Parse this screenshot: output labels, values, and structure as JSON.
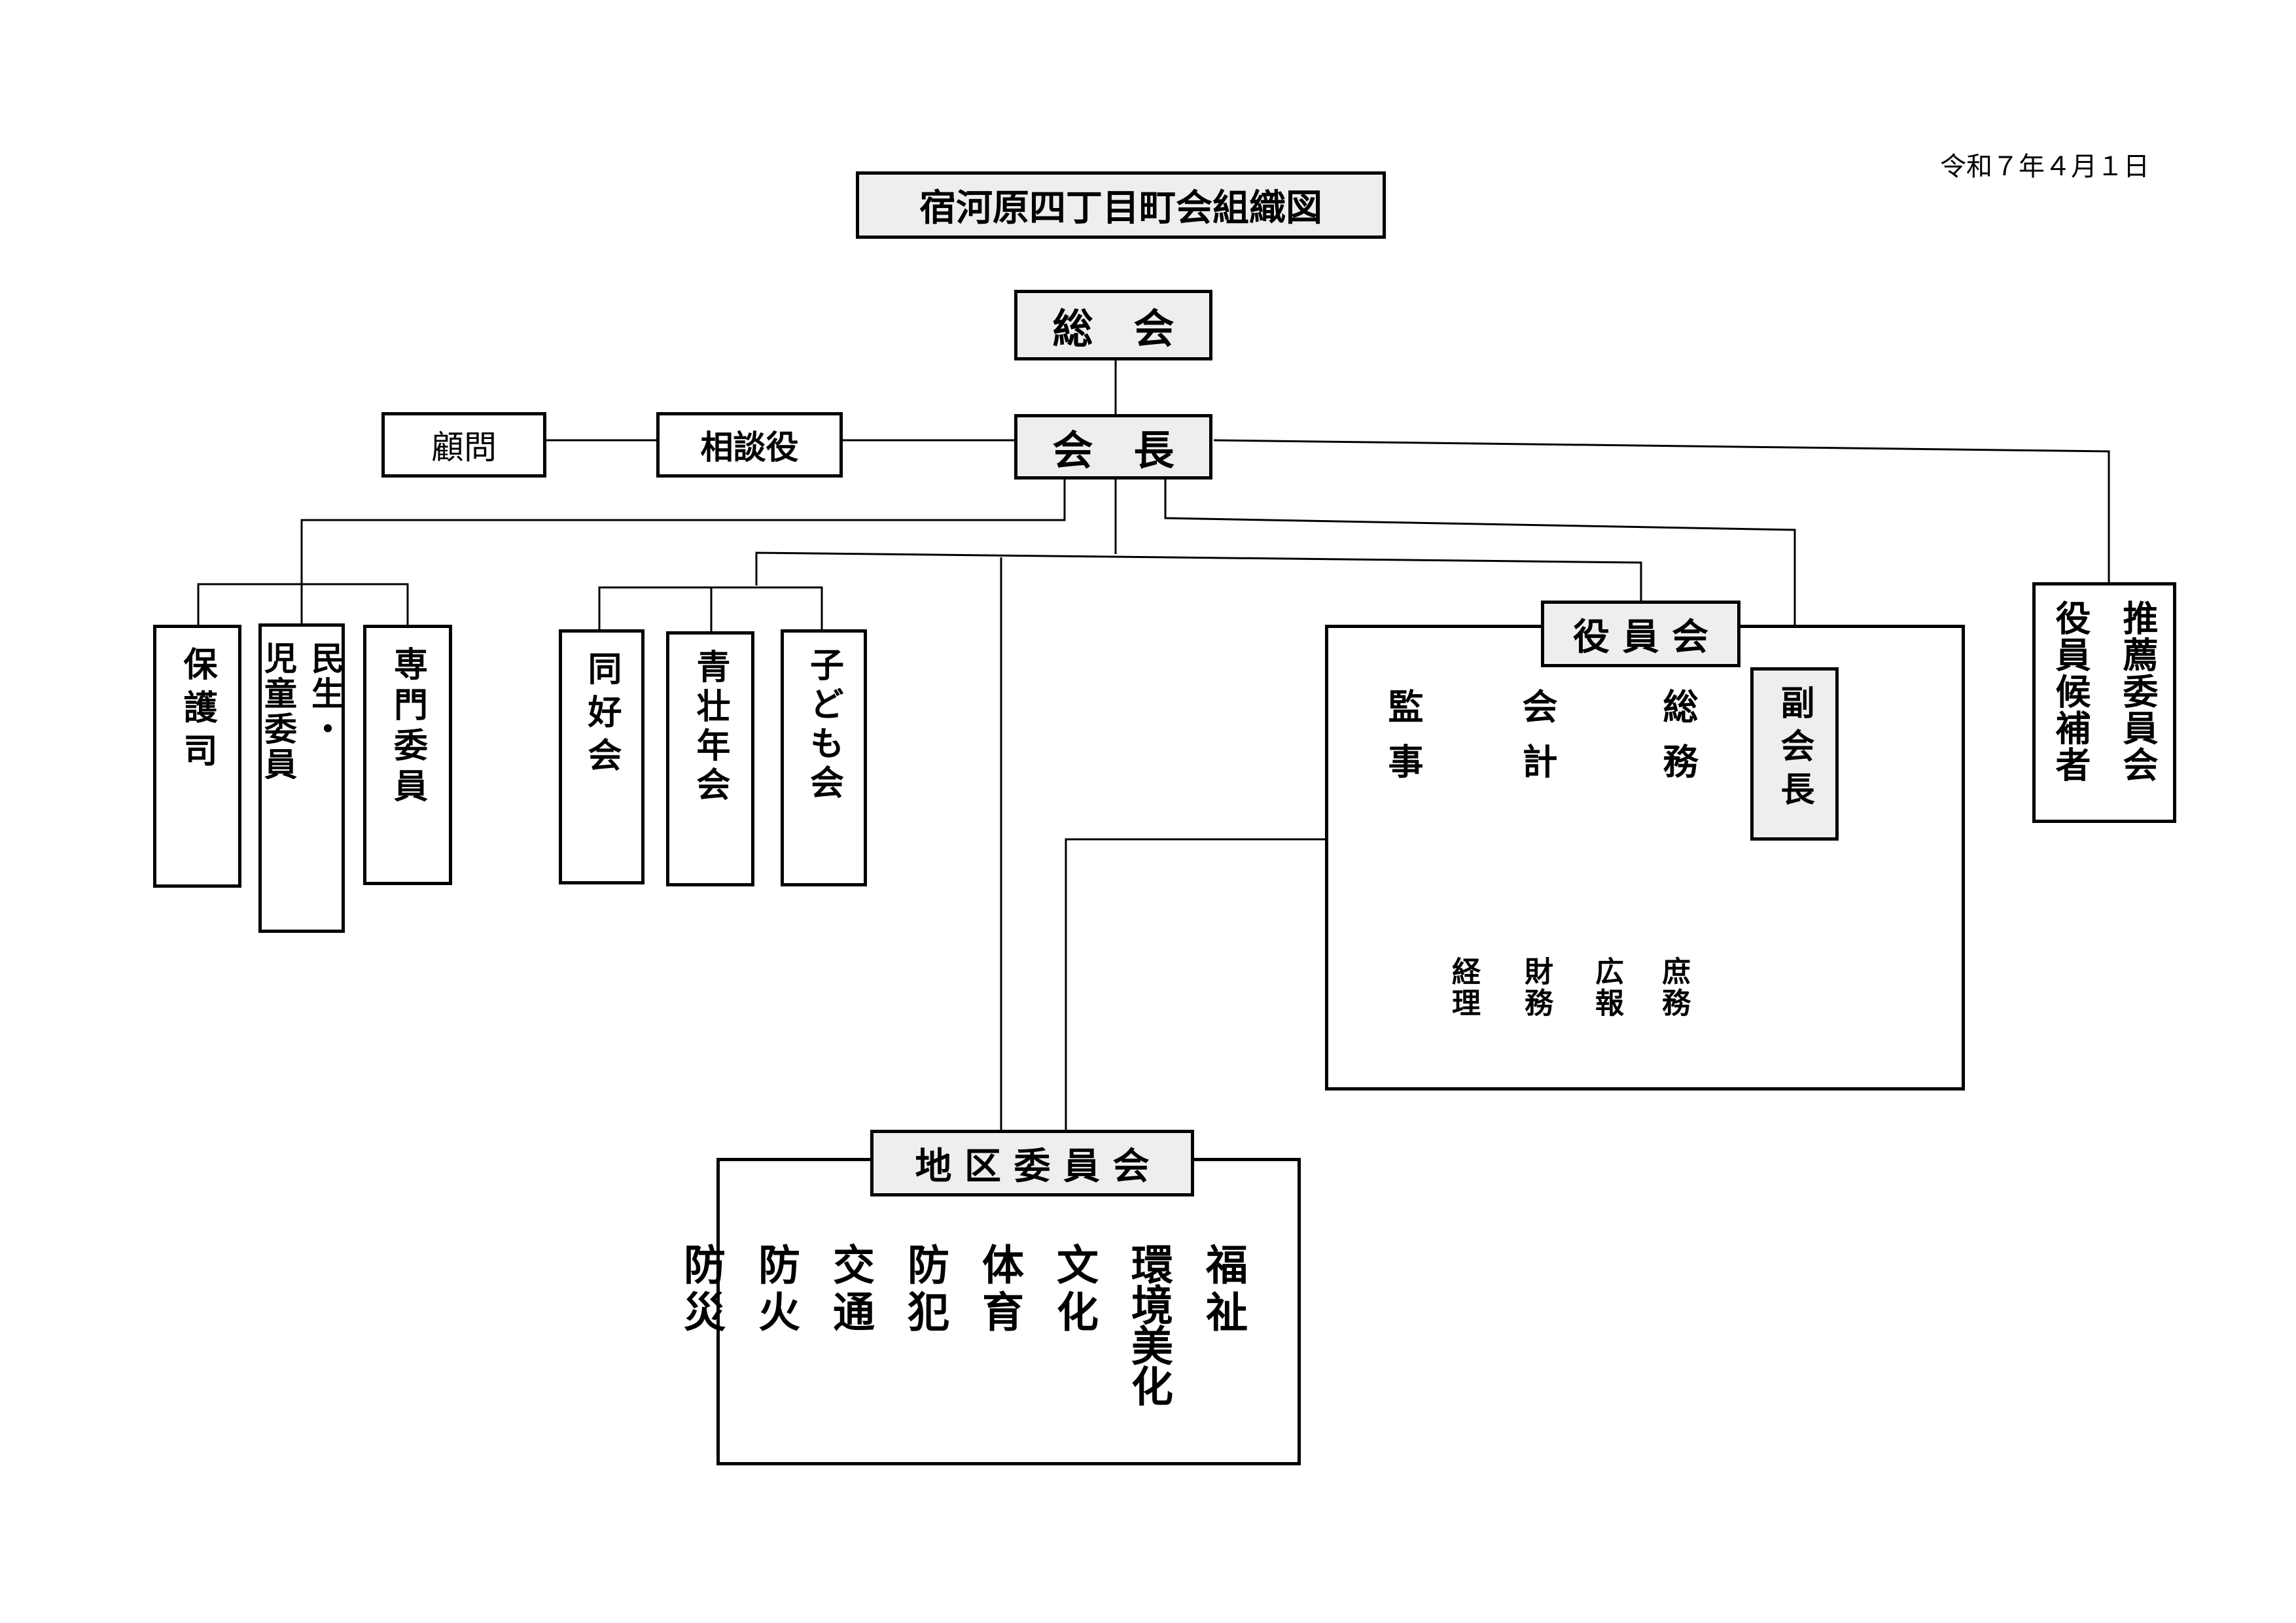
{
  "date": "令和７年４月１日",
  "title": "宿河原四丁目町会組織図",
  "nodes": {
    "sokai": "総　会",
    "kaicho": "会　長",
    "komon": "顧問",
    "sodanyaku": "相談役",
    "hogoshi": "保護司",
    "minsei_1": "民生・",
    "minsei_2": "児童委員",
    "senmon": "専門委員",
    "doukoukai": "同好会",
    "seisonen": "青壮年会",
    "kodomo": "子ども会",
    "yakuinkai": "役 員 会",
    "fukukaicho": "副会長",
    "suisen_1": "推薦委員会",
    "suisen_2": "役員候補者",
    "chiku": "地 区 委 員 会"
  },
  "yakuinkai_roles": {
    "kanji": "監事",
    "kaikei": "会計",
    "somu": "総務",
    "keiri": "経理",
    "zaimu": "財務",
    "koho": "広報",
    "shomu": "庶務"
  },
  "chiku_committees": [
    "福祉",
    "環境美化",
    "文化",
    "体育",
    "防犯",
    "交通",
    "防火",
    "防災"
  ]
}
